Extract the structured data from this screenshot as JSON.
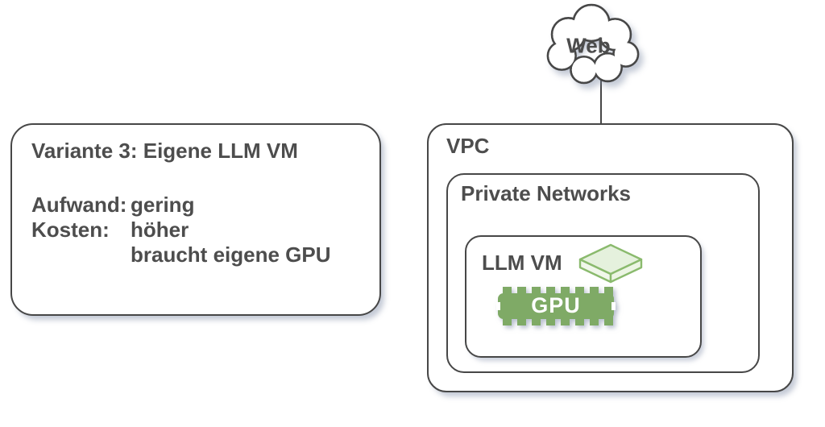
{
  "colors": {
    "border_gray": "#474747",
    "text_gray": "#4d4d4d",
    "gpu_green": "#7faa66",
    "vm_outline_green": "#8aba6d",
    "vm_fill_light_green": "#e5f1dd",
    "shadow": "rgba(125,138,165,0.45)",
    "background": "#ffffff"
  },
  "note_box": {
    "title": "Variante 3: Eigene LLM VM",
    "lines": [
      {
        "label": "Aufwand:",
        "value": "gering"
      },
      {
        "label": "Kosten:",
        "value": "höher"
      },
      {
        "label": "",
        "value": "braucht eigene GPU"
      }
    ]
  },
  "cloud": {
    "label": "Web"
  },
  "vpc": {
    "label": "VPC"
  },
  "private_networks": {
    "label": "Private Networks"
  },
  "llm_vm": {
    "label": "LLM VM"
  },
  "gpu": {
    "label": "GPU"
  }
}
